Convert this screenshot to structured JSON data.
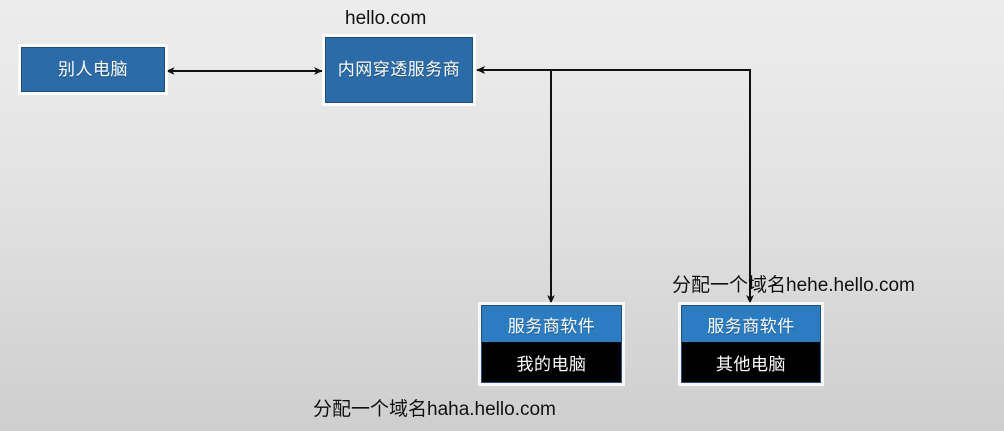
{
  "diagram": {
    "title_label": "hello.com",
    "background_gradient": [
      "#ececec",
      "#cecece"
    ],
    "accent_blue": "#2b6ca8",
    "header_blue": "#2b7cc0",
    "machine_black": "#000000",
    "line_color": "#111111"
  },
  "nodes": {
    "other_pc": {
      "label": "别人电脑"
    },
    "provider": {
      "label": "内网穿透服务商"
    },
    "my_pc": {
      "software_label": "服务商软件",
      "machine_label": "我的电脑"
    },
    "other_pc2": {
      "software_label": "服务商软件",
      "machine_label": "其他电脑"
    }
  },
  "labels": {
    "provider_domain": "hello.com",
    "my_pc_domain": "分配一个域名haha.hello.com",
    "other_pc_domain": "分配一个域名hehe.hello.com"
  },
  "connectors": {
    "bidirectional_link": "别人电脑 <-> 内网穿透服务商",
    "my_pc_link": "内网穿透服务商 <- 我的电脑",
    "other_pc_link": "内网穿透服务商 <- 其他电脑"
  }
}
